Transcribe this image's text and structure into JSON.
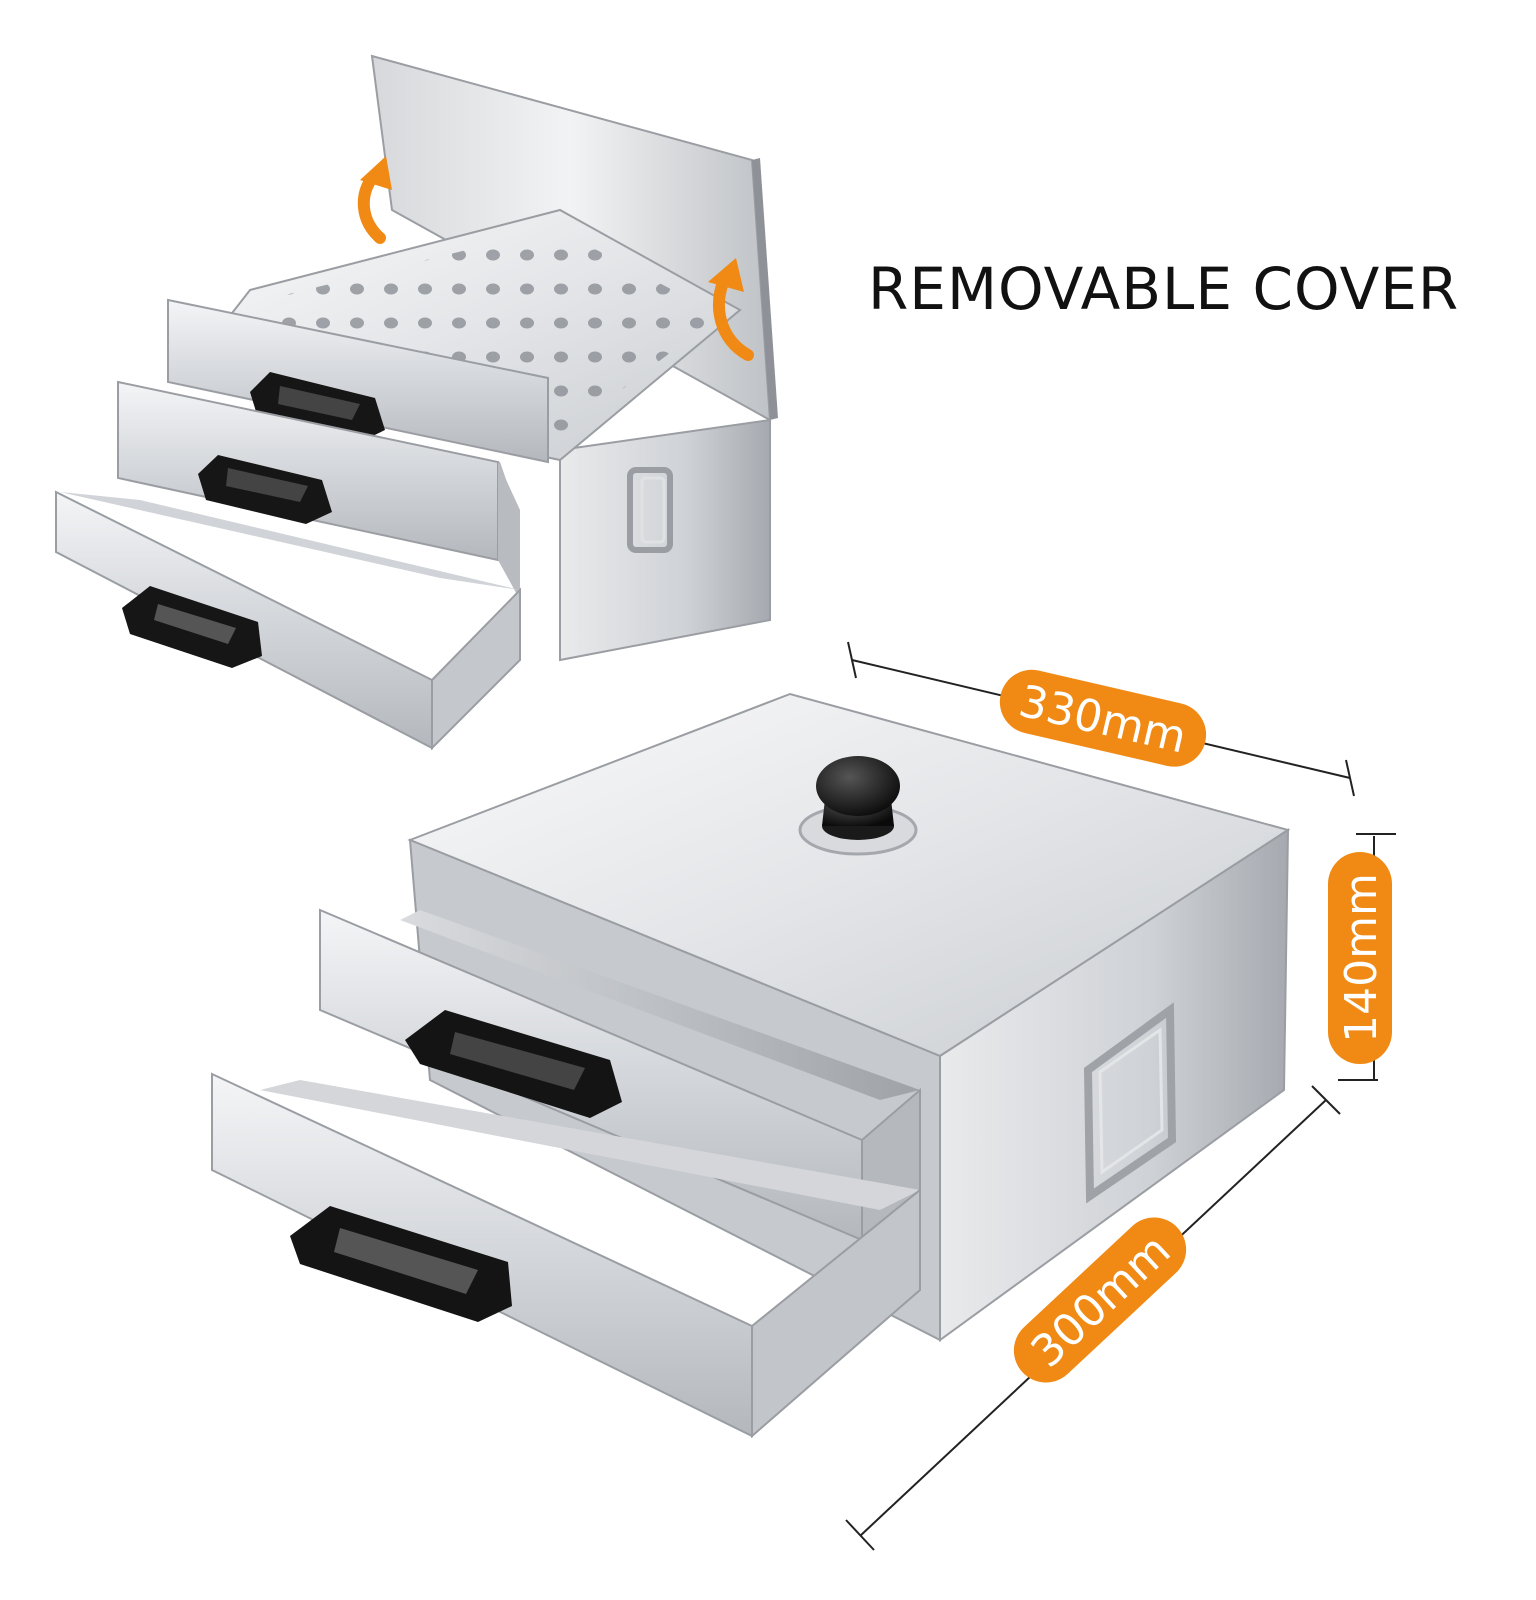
{
  "headline": "REMOVABLE COVER",
  "dimensions": {
    "width": "330mm",
    "height": "140mm",
    "depth": "300mm"
  },
  "colors": {
    "accent_orange": "#f08a14",
    "steel_light": "#eeeff1",
    "steel_mid": "#c4c7cc",
    "steel_dark": "#8e9298",
    "handle_black": "#111111",
    "line": "#222222"
  },
  "icons": [
    "arrow-up-icon",
    "knob-icon",
    "drawer-handle-icon",
    "side-handle-icon"
  ]
}
